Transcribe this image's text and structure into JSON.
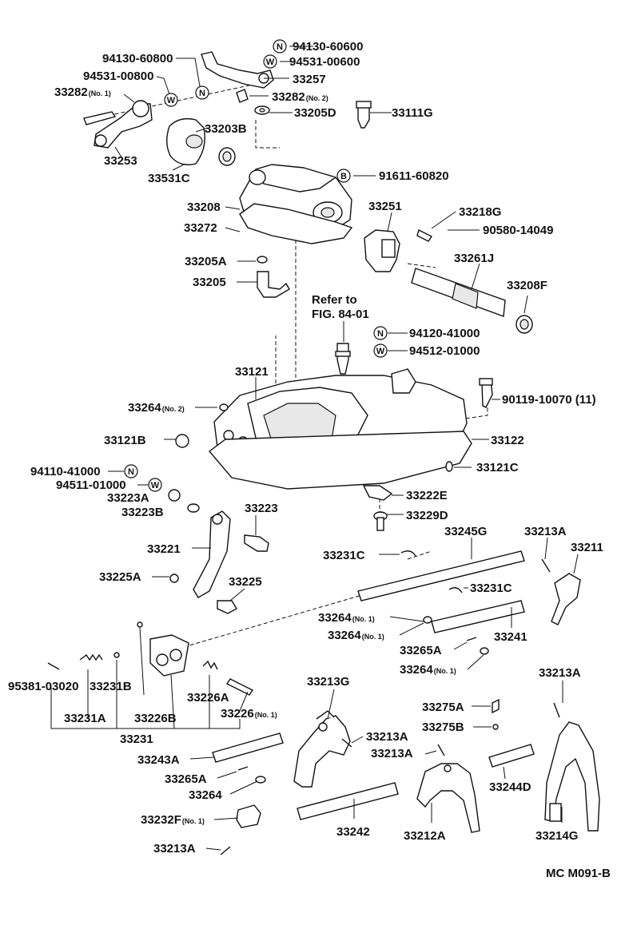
{
  "diagram": {
    "footer_code": "MC M091-B",
    "reference_note": [
      "Refer to",
      "FIG. 84-01"
    ],
    "callouts": [
      {
        "id": "c01",
        "part": "94130-60800"
      },
      {
        "id": "c02",
        "part": "94531-00800"
      },
      {
        "id": "c03",
        "part": "33282",
        "sub": "(No. 1)"
      },
      {
        "id": "c04",
        "part": "33253"
      },
      {
        "id": "c05",
        "part": "33531C"
      },
      {
        "id": "c06",
        "part": "33203B"
      },
      {
        "id": "c07",
        "part": "94130-60600",
        "symbol": "N"
      },
      {
        "id": "c08",
        "part": "94531-00600",
        "symbol": "W"
      },
      {
        "id": "c09",
        "part": "33257"
      },
      {
        "id": "c10",
        "part": "33282",
        "sub": "(No. 2)"
      },
      {
        "id": "c11",
        "part": "33205D"
      },
      {
        "id": "c12",
        "part": "33111G"
      },
      {
        "id": "c13",
        "part": "91611-60820",
        "symbol": "B"
      },
      {
        "id": "c14",
        "part": "33208"
      },
      {
        "id": "c15",
        "part": "33272"
      },
      {
        "id": "c16",
        "part": "33251"
      },
      {
        "id": "c17",
        "part": "33218G"
      },
      {
        "id": "c18",
        "part": "90580-14049"
      },
      {
        "id": "c19",
        "part": "33205A"
      },
      {
        "id": "c20",
        "part": "33261J"
      },
      {
        "id": "c21",
        "part": "33205"
      },
      {
        "id": "c22",
        "part": "33208F"
      },
      {
        "id": "c23",
        "part": "94120-41000",
        "symbol": "N"
      },
      {
        "id": "c24",
        "part": "94512-01000",
        "symbol": "W"
      },
      {
        "id": "c25",
        "part": "33121"
      },
      {
        "id": "c26",
        "part": "90119-10070 (11)"
      },
      {
        "id": "c27",
        "part": "33264",
        "sub": "(No. 2)"
      },
      {
        "id": "c28",
        "part": "33121B"
      },
      {
        "id": "c29",
        "part": "33122"
      },
      {
        "id": "c30",
        "part": "94110-41000",
        "symbol": "N"
      },
      {
        "id": "c31",
        "part": "33121C"
      },
      {
        "id": "c32",
        "part": "94511-01000",
        "symbol": "W"
      },
      {
        "id": "c33",
        "part": "33223A"
      },
      {
        "id": "c34",
        "part": "33222E"
      },
      {
        "id": "c35",
        "part": "33223B"
      },
      {
        "id": "c36",
        "part": "33223"
      },
      {
        "id": "c37",
        "part": "33229D"
      },
      {
        "id": "c38",
        "part": "33245G"
      },
      {
        "id": "c39",
        "part": "33213A"
      },
      {
        "id": "c40",
        "part": "33221"
      },
      {
        "id": "c41",
        "part": "33211"
      },
      {
        "id": "c42",
        "part": "33231C"
      },
      {
        "id": "c43",
        "part": "33225A"
      },
      {
        "id": "c44",
        "part": "33225"
      },
      {
        "id": "c45",
        "part": "33231C"
      },
      {
        "id": "c46",
        "part": "33264",
        "sub": "(No. 1)"
      },
      {
        "id": "c47",
        "part": "33264",
        "sub": "(No. 1)"
      },
      {
        "id": "c48",
        "part": "33241"
      },
      {
        "id": "c49",
        "part": "33265A"
      },
      {
        "id": "c50",
        "part": "33264",
        "sub": "(No. 1)"
      },
      {
        "id": "c51",
        "part": "33213A"
      },
      {
        "id": "c52",
        "part": "33213G"
      },
      {
        "id": "c53",
        "part": "95381-03020"
      },
      {
        "id": "c54",
        "part": "33231B"
      },
      {
        "id": "c55",
        "part": "33226A"
      },
      {
        "id": "c56",
        "part": "33231A"
      },
      {
        "id": "c57",
        "part": "33226B"
      },
      {
        "id": "c58",
        "part": "33226",
        "sub": "(No. 1)"
      },
      {
        "id": "c59",
        "part": "33231"
      },
      {
        "id": "c60",
        "part": "33275A"
      },
      {
        "id": "c61",
        "part": "33275B"
      },
      {
        "id": "c62",
        "part": "33213A"
      },
      {
        "id": "c63",
        "part": "33213A"
      },
      {
        "id": "c64",
        "part": "33243A"
      },
      {
        "id": "c65",
        "part": "33244D"
      },
      {
        "id": "c66",
        "part": "33265A"
      },
      {
        "id": "c67",
        "part": "33264"
      },
      {
        "id": "c68",
        "part": "33232F",
        "sub": "(No. 1)"
      },
      {
        "id": "c69",
        "part": "33242"
      },
      {
        "id": "c70",
        "part": "33212A"
      },
      {
        "id": "c71",
        "part": "33214G"
      },
      {
        "id": "c72",
        "part": "33213A"
      }
    ]
  }
}
